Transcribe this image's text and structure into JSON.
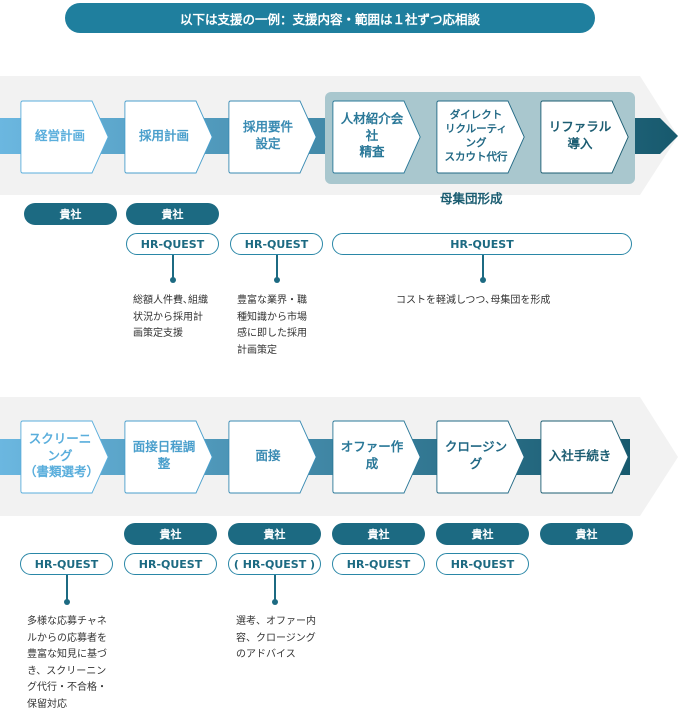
{
  "banner": "以下は支援の一例：支援内容・範囲は１社ずつ応相談",
  "row1": {
    "steps": [
      "経営計画",
      "採用計画",
      "採用要件\n設定",
      "人材紹介会社\n精査",
      "ダイレクト\nリクルーティング\nスカウト代行",
      "リファラル\n導入"
    ],
    "group_label": "母集団形成",
    "company_badges": [
      "貴社",
      "貴社"
    ],
    "hrquest_badges": [
      "HR-QUEST",
      "HR-QUEST",
      "HR-QUEST"
    ],
    "notes": [
      "総額人件費､組織\n状況から採用計\n画策定支援",
      "豊富な業界・職\n種知識から市場\n感に即した採用\n計画策定",
      "コストを軽減しつつ､母集団を形成"
    ]
  },
  "row2": {
    "steps": [
      "スクリーニング\n（書類選考）",
      "面接日程調整",
      "面接",
      "オファー作成",
      "クロージング",
      "入社手続き"
    ],
    "company_badges": [
      "貴社",
      "貴社",
      "貴社",
      "貴社",
      "貴社"
    ],
    "hrquest_badges": [
      "HR-QUEST",
      "HR-QUEST",
      "( HR-QUEST )",
      "HR-QUEST",
      "HR-QUEST"
    ],
    "notes": [
      "多様な応募チャネ\nルからの応募者を\n豊富な知見に基づ\nき、スクリーニン\nグ代行・不合格・\n保留対応",
      "選考、オファー内\n容、クロージング\nのアドバイス"
    ]
  },
  "colors": {
    "dark": "#1c6a82",
    "light": "#5aaedc",
    "band": "#f2f2f2"
  }
}
